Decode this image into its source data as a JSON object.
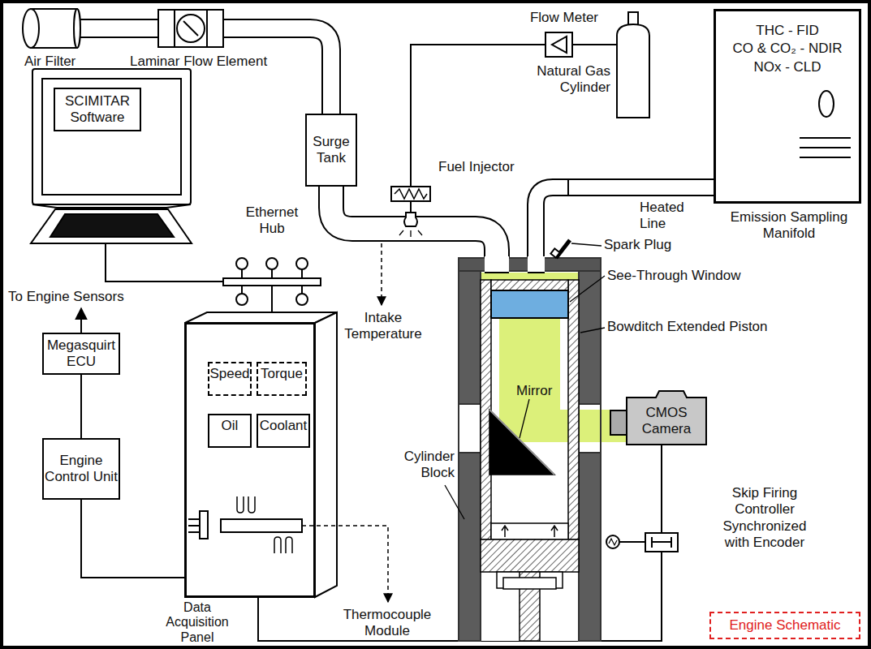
{
  "diagram": {
    "nodes": [
      {
        "text": [
          "SCIMITAR Software"
        ]
      },
      {
        "text": [
          "Surge Tank"
        ]
      },
      {
        "text": [
          "Megasquirt ECU"
        ]
      },
      {
        "text": [
          "Engine Control Unit"
        ]
      },
      {
        "text": [
          "Data Acquisition Panel"
        ]
      },
      {
        "text": [
          "Speed"
        ],
        "in": 4
      },
      {
        "text": [
          "Torque"
        ],
        "in": 4
      },
      {
        "text": [
          "Oil"
        ],
        "in": 4
      },
      {
        "text": [
          "Coolant"
        ],
        "in": 4
      },
      {
        "text": [
          "THC - FID",
          "CO & CO₂ - NDIR",
          "NOx - CLD",
          "Emission Sampling Manifold"
        ]
      },
      {
        "text": [
          "Engine Schematic"
        ]
      },
      {
        "text": [
          "CMOS Camera"
        ]
      }
    ],
    "edges": [
      {
        "from": 2,
        "to": 3,
        "arrow": "none"
      },
      {
        "from": 3,
        "to": 4,
        "arrow": "none"
      }
    ],
    "labels": [
      "Air Filter",
      "Laminar Flow Element",
      "Flow Meter",
      "Natural Gas Cylinder",
      "Fuel Injector",
      "Ethernet Hub",
      "Spark Plug",
      "Heated Line",
      "Intake Temperature",
      "To Engine Sensors",
      "See-Through Window",
      "Bowditch Extended Piston",
      "Mirror",
      "Cylinder Block",
      "Skip Firing Controller Synchronized with Encoder",
      "Thermocouple Module"
    ]
  }
}
